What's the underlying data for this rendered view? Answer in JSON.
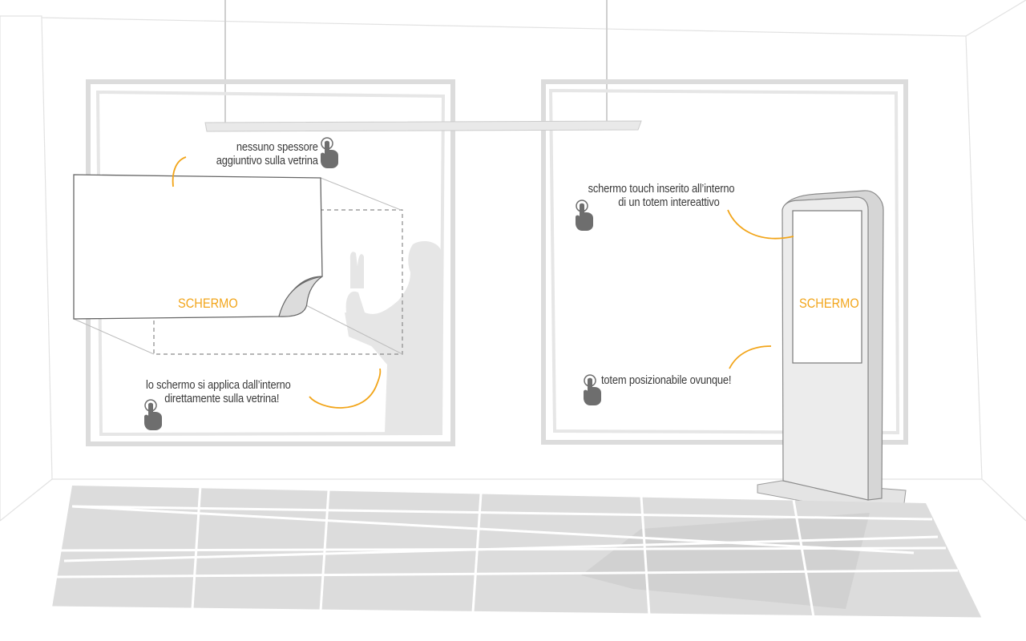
{
  "colors": {
    "accent": "#f2a51a",
    "text": "#3a3a3a",
    "line": "#d9d9d9",
    "floor": "#dcdcdc",
    "hand": "#6e6e6e",
    "silhouette": "#e4e4e4"
  },
  "icons": {
    "touch": "touch-hand-icon"
  },
  "left_window": {
    "note_top": [
      "nessuno spessore",
      "aggiuntivo sulla vetrina"
    ],
    "note_bottom": [
      "lo schermo si applica dall’interno",
      "direttamente sulla vetrina!"
    ],
    "screen_label": "SCHERMO"
  },
  "right_window": {
    "note_top": [
      "schermo touch inserito all’interno",
      "di un totem intereattivo"
    ],
    "note_bottom": [
      "totem posizionabile ovunque!"
    ],
    "screen_label": "SCHERMO"
  }
}
